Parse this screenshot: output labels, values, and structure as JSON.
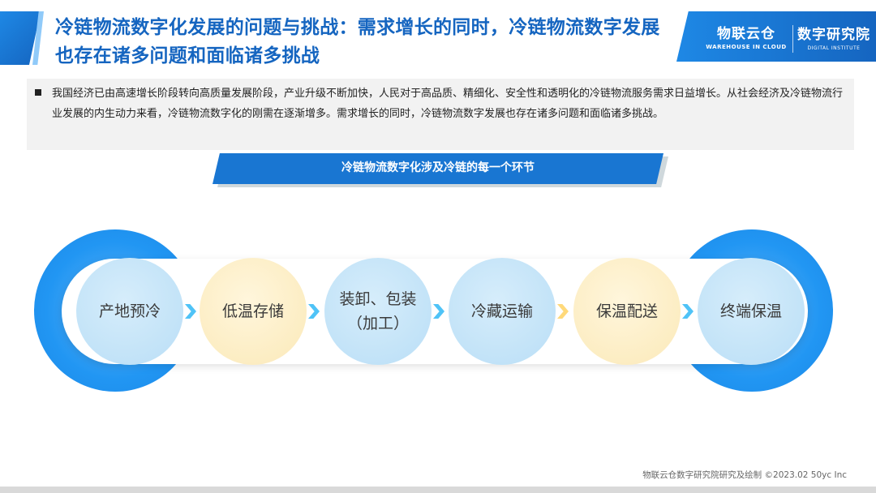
{
  "slide": {
    "title": "冷链物流数字化发展的问题与挑战：需求增长的同时，冷链物流数字发展也存在诸多问题和面临诸多挑战",
    "summary": "我国经济已由高速增长阶段转向高质量发展阶段，产业升级不断加快，人民对于高品质、精细化、安全性和透明化的冷链物流服务需求日益增长。从社会经济及冷链物流行业发展的内生动力来看，冷链物流数字化的刚需在逐渐增多。需求增长的同时，冷链物流数字发展也存在诸多问题和面临诸多挑战。",
    "section_label": "冷链物流数字化涉及冷链的每一个环节",
    "footer": "物联云仓数字研究院研究及绘制    ©2023.02  50yc Inc"
  },
  "logo": {
    "left_cn": "物联云仓",
    "left_en": "WAREHOUSE IN CLOUD",
    "right_cn": "数字研究院",
    "right_en": "DIGITAL INSTITUTE"
  },
  "steps": [
    {
      "label": "产地预冷",
      "tone": "blue"
    },
    {
      "label": "低温存储",
      "tone": "yellow"
    },
    {
      "label": "装卸、包装（加工）",
      "tone": "blue"
    },
    {
      "label": "冷藏运输",
      "tone": "blue"
    },
    {
      "label": "保温配送",
      "tone": "yellow"
    },
    {
      "label": "终端保温",
      "tone": "blue"
    }
  ],
  "colors": {
    "brand_blue": "#1565c0",
    "accent_blue": "#1976d2",
    "step_blue": "#b9def6",
    "step_yellow": "#fbe9b8"
  }
}
